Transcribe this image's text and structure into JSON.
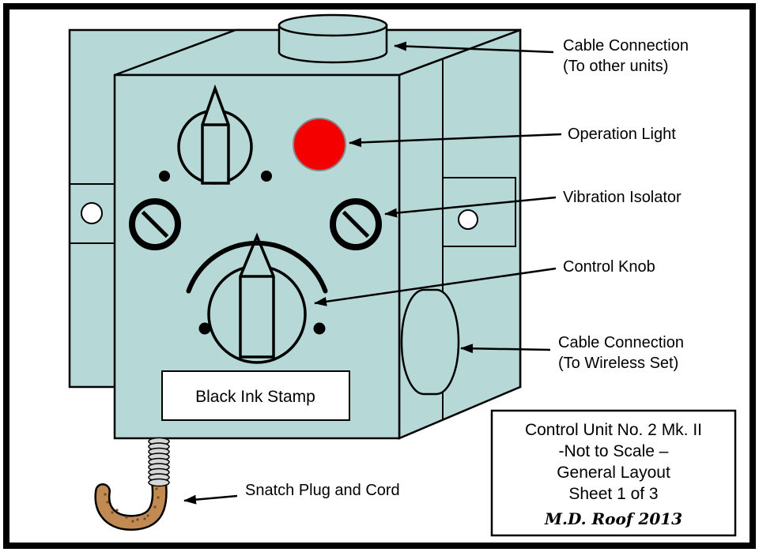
{
  "diagram": {
    "callouts": {
      "cable_top": {
        "line1": "Cable Connection",
        "line2": "(To other units)"
      },
      "operation_light": "Operation Light",
      "vibration_isolator": "Vibration Isolator",
      "control_knob": "Control Knob",
      "cable_side": {
        "line1": "Cable Connection",
        "line2": "(To Wireless Set)"
      },
      "snatch_plug": "Snatch Plug and Cord"
    },
    "stamp_label": "Black Ink Stamp",
    "title_block": {
      "line1": "Control Unit No. 2 Mk. II",
      "line2": "-Not to Scale –",
      "line3": "General Layout",
      "line4": "Sheet 1 of 3",
      "signature": "M.D. Roof 2013"
    },
    "colors": {
      "body": "#b6d8d6",
      "light_red": "#f40000",
      "cord_tan": "#c18a52",
      "spring_gray": "#d6d6d6"
    }
  }
}
